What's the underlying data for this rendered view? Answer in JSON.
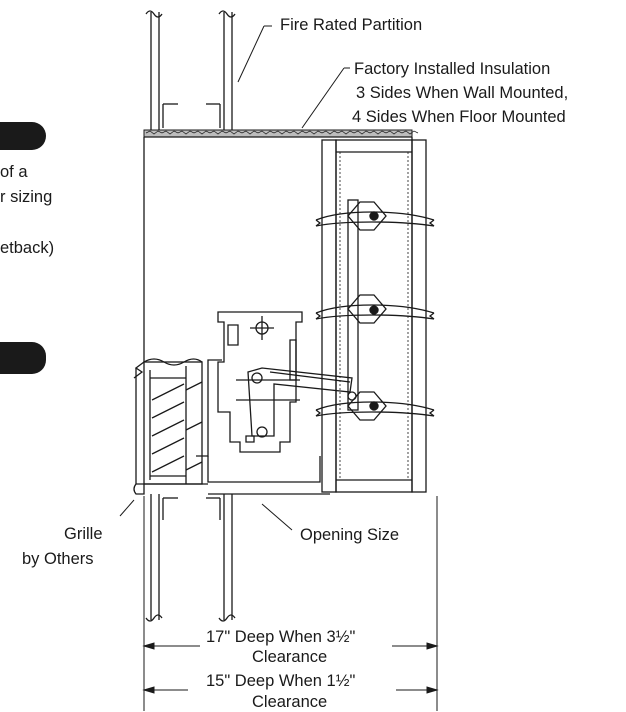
{
  "labels": {
    "fire_rated_partition": "Fire Rated Partition",
    "insulation_line1": "Factory Installed Insulation",
    "insulation_line2": "3 Sides When Wall Mounted,",
    "insulation_line3": "4 Sides When Floor Mounted",
    "side_text_line1": "of a",
    "side_text_line2": "r sizing",
    "side_text_line3": "etback)",
    "grille_line1": "Grille",
    "grille_line2": "by Others",
    "opening_size": "Opening Size",
    "dim1_line1": "17\" Deep When 3½\"",
    "dim1_line2": "Clearance",
    "dim2_line1": "15\" Deep When 1½\"",
    "dim2_line2": "Clearance"
  },
  "colors": {
    "ink": "#1a1a1a",
    "tab": "#1a1a1a",
    "background": "#ffffff"
  }
}
